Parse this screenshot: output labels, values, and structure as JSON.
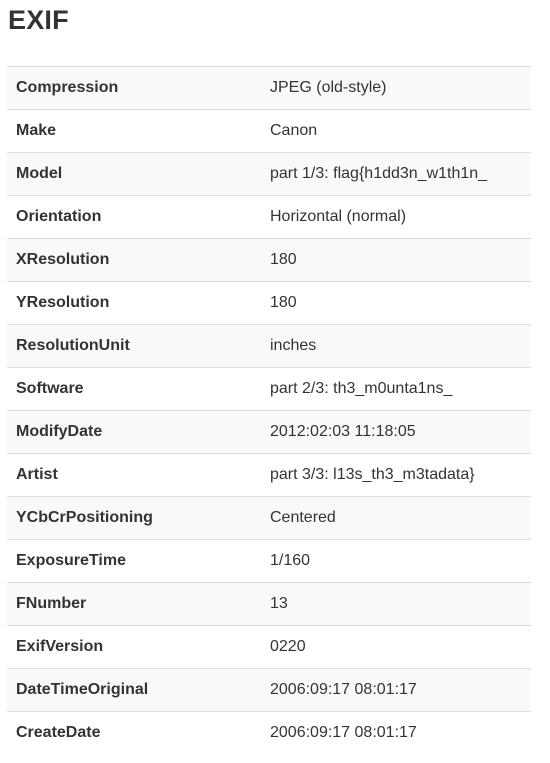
{
  "section_title": "EXIF",
  "rows": [
    {
      "key": "Compression",
      "value": "JPEG (old-style)"
    },
    {
      "key": "Make",
      "value": "Canon"
    },
    {
      "key": "Model",
      "value": "part 1/3: flag{h1dd3n_w1th1n_"
    },
    {
      "key": "Orientation",
      "value": "Horizontal (normal)"
    },
    {
      "key": "XResolution",
      "value": "180"
    },
    {
      "key": "YResolution",
      "value": "180"
    },
    {
      "key": "ResolutionUnit",
      "value": "inches"
    },
    {
      "key": "Software",
      "value": "part 2/3: th3_m0unta1ns_"
    },
    {
      "key": "ModifyDate",
      "value": "2012:02:03 11:18:05"
    },
    {
      "key": "Artist",
      "value": "part 3/3: l13s_th3_m3tadata}"
    },
    {
      "key": "YCbCrPositioning",
      "value": "Centered"
    },
    {
      "key": "ExposureTime",
      "value": "1/160"
    },
    {
      "key": "FNumber",
      "value": "13"
    },
    {
      "key": "ExifVersion",
      "value": "0220"
    },
    {
      "key": "DateTimeOriginal",
      "value": "2006:09:17 08:01:17"
    },
    {
      "key": "CreateDate",
      "value": "2006:09:17 08:01:17"
    }
  ]
}
